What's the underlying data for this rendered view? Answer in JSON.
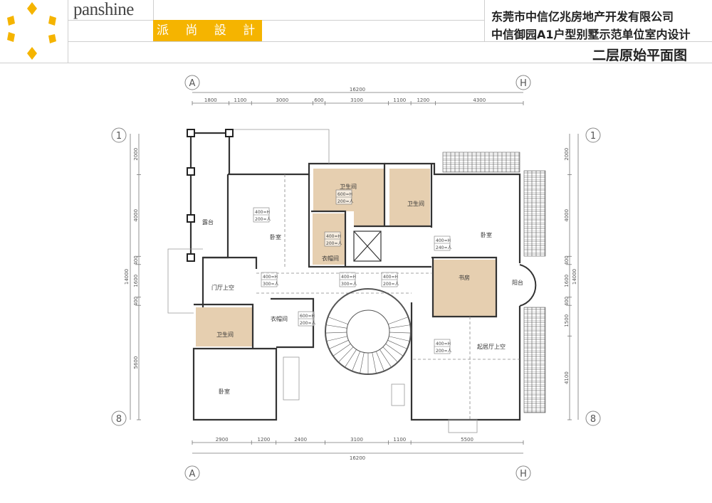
{
  "header": {
    "brand_name": "panshine",
    "brand_cn": "派 尚 設 計",
    "company": "东莞市中信亿兆房地产开发有限公司",
    "project": "中信御园A1户型别墅示范单位室内设计",
    "drawing_title": "二层原始平面图",
    "brand_color": "#f5b400"
  },
  "axes": {
    "left": "A",
    "right": "H",
    "top": "1",
    "bottom": "8"
  },
  "dims": {
    "total_width": "16200",
    "total_height": "14000",
    "top": [
      "1800",
      "1100",
      "3000",
      "600",
      "3100",
      "1100",
      "1200",
      "4300"
    ],
    "bottom": [
      "2900",
      "1200",
      "2400",
      "3100",
      "1100",
      "5500"
    ],
    "left": [
      "2000",
      "4000",
      "400",
      "1600",
      "400",
      "5600"
    ],
    "right": [
      "2000",
      "4000",
      "400",
      "1600",
      "400",
      "1500",
      "4100"
    ]
  },
  "rooms": [
    {
      "name": "露台"
    },
    {
      "name": "卧室"
    },
    {
      "name": "卫生间"
    },
    {
      "name": "卫生间"
    },
    {
      "name": "衣帽间"
    },
    {
      "name": "门厅上空"
    },
    {
      "name": "卫生间"
    },
    {
      "name": "衣帽间"
    },
    {
      "name": "卧室"
    },
    {
      "name": "卧室"
    },
    {
      "name": "书房"
    },
    {
      "name": "阳台"
    },
    {
      "name": "起居厅上空"
    }
  ],
  "tags": [
    {
      "h": "400=H",
      "p": "200=人"
    },
    {
      "h": "600=H",
      "p": "200=人"
    },
    {
      "h": "400=H",
      "p": "200=人"
    },
    {
      "h": "400=H",
      "p": "300=人"
    },
    {
      "h": "400=H",
      "p": "300=人"
    },
    {
      "h": "400=H",
      "p": "200=人"
    },
    {
      "h": "600=H",
      "p": "200=人"
    },
    {
      "h": "400=H",
      "p": "240=人"
    },
    {
      "h": "400=H",
      "p": "200=人"
    }
  ]
}
